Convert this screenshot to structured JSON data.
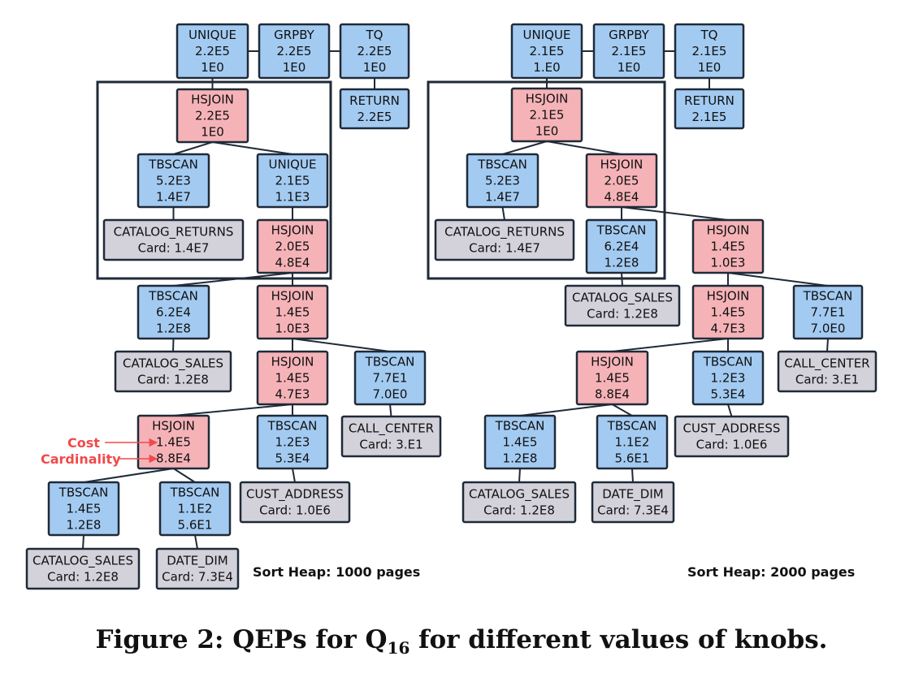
{
  "colors": {
    "op": "#a3cbf2",
    "join": "#f5b3b8",
    "table": "#d3d1da",
    "edge": "#1f2a38",
    "annotation": "#f04a4a"
  },
  "plans": [
    {
      "id": "left",
      "note": "Sort Heap: 1000 pages",
      "nodes": [
        {
          "id": "L1",
          "kind": "op",
          "lines": [
            "UNIQUE",
            "2.2E5",
            "1E0"
          ]
        },
        {
          "id": "L2",
          "kind": "op",
          "lines": [
            "GRPBY",
            "2.2E5",
            "1E0"
          ]
        },
        {
          "id": "L3",
          "kind": "op",
          "lines": [
            "TQ",
            "2.2E5",
            "1E0"
          ]
        },
        {
          "id": "L4",
          "kind": "op",
          "lines": [
            "RETURN",
            "2.2E5"
          ]
        },
        {
          "id": "L5",
          "kind": "join",
          "lines": [
            "HSJOIN",
            "2.2E5",
            "1E0"
          ]
        },
        {
          "id": "L6",
          "kind": "op",
          "lines": [
            "TBSCAN",
            "5.2E3",
            "1.4E7"
          ]
        },
        {
          "id": "L7",
          "kind": "op",
          "lines": [
            "UNIQUE",
            "2.1E5",
            "1.1E3"
          ]
        },
        {
          "id": "L8",
          "kind": "table",
          "lines": [
            "CATALOG_RETURNS",
            "Card: 1.4E7"
          ]
        },
        {
          "id": "L9",
          "kind": "join",
          "lines": [
            "HSJOIN",
            "2.0E5",
            "4.8E4"
          ]
        },
        {
          "id": "L10",
          "kind": "op",
          "lines": [
            "TBSCAN",
            "6.2E4",
            "1.2E8"
          ]
        },
        {
          "id": "L11",
          "kind": "join",
          "lines": [
            "HSJOIN",
            "1.4E5",
            "1.0E3"
          ]
        },
        {
          "id": "L12",
          "kind": "table",
          "lines": [
            "CATALOG_SALES",
            "Card: 1.2E8"
          ]
        },
        {
          "id": "L13",
          "kind": "join",
          "lines": [
            "HSJOIN",
            "1.4E5",
            "4.7E3"
          ]
        },
        {
          "id": "L14",
          "kind": "op",
          "lines": [
            "TBSCAN",
            "7.7E1",
            "7.0E0"
          ]
        },
        {
          "id": "L15",
          "kind": "join",
          "lines": [
            "HSJOIN",
            "1.4E5",
            "8.8E4"
          ]
        },
        {
          "id": "L16",
          "kind": "op",
          "lines": [
            "TBSCAN",
            "1.2E3",
            "5.3E4"
          ]
        },
        {
          "id": "L17",
          "kind": "table",
          "lines": [
            "CALL_CENTER",
            "Card: 3.E1"
          ]
        },
        {
          "id": "L18",
          "kind": "op",
          "lines": [
            "TBSCAN",
            "1.4E5",
            "1.2E8"
          ]
        },
        {
          "id": "L19",
          "kind": "op",
          "lines": [
            "TBSCAN",
            "1.1E2",
            "5.6E1"
          ]
        },
        {
          "id": "L20",
          "kind": "table",
          "lines": [
            "CUST_ADDRESS",
            "Card: 1.0E6"
          ]
        },
        {
          "id": "L21",
          "kind": "table",
          "lines": [
            "CATALOG_SALES",
            "Card: 1.2E8"
          ]
        },
        {
          "id": "L22",
          "kind": "table",
          "lines": [
            "DATE_DIM",
            "Card: 7.3E4"
          ]
        }
      ],
      "edges": [
        [
          "L1",
          "L2"
        ],
        [
          "L2",
          "L3"
        ],
        [
          "L3",
          "L4"
        ],
        [
          "L1",
          "L5"
        ],
        [
          "L5",
          "L6"
        ],
        [
          "L5",
          "L7"
        ],
        [
          "L6",
          "L8"
        ],
        [
          "L7",
          "L9"
        ],
        [
          "L9",
          "L10"
        ],
        [
          "L9",
          "L11"
        ],
        [
          "L10",
          "L12"
        ],
        [
          "L11",
          "L13"
        ],
        [
          "L11",
          "L14"
        ],
        [
          "L13",
          "L15"
        ],
        [
          "L13",
          "L16"
        ],
        [
          "L14",
          "L17"
        ],
        [
          "L15",
          "L18"
        ],
        [
          "L15",
          "L19"
        ],
        [
          "L16",
          "L20"
        ],
        [
          "L18",
          "L21"
        ],
        [
          "L19",
          "L22"
        ]
      ]
    },
    {
      "id": "right",
      "note": "Sort Heap: 2000 pages",
      "nodes": [
        {
          "id": "R1",
          "kind": "op",
          "lines": [
            "UNIQUE",
            "2.1E5",
            "1.E0"
          ]
        },
        {
          "id": "R2",
          "kind": "op",
          "lines": [
            "GRPBY",
            "2.1E5",
            "1E0"
          ]
        },
        {
          "id": "R3",
          "kind": "op",
          "lines": [
            "TQ",
            "2.1E5",
            "1E0"
          ]
        },
        {
          "id": "R4",
          "kind": "op",
          "lines": [
            "RETURN",
            "2.1E5"
          ]
        },
        {
          "id": "R5",
          "kind": "join",
          "lines": [
            "HSJOIN",
            "2.1E5",
            "1E0"
          ]
        },
        {
          "id": "R6",
          "kind": "op",
          "lines": [
            "TBSCAN",
            "5.2E3",
            "1.4E7"
          ]
        },
        {
          "id": "R7",
          "kind": "join",
          "lines": [
            "HSJOIN",
            "2.0E5",
            "4.8E4"
          ]
        },
        {
          "id": "R8",
          "kind": "table",
          "lines": [
            "CATALOG_RETURNS",
            "Card: 1.4E7"
          ]
        },
        {
          "id": "R9",
          "kind": "op",
          "lines": [
            "TBSCAN",
            "6.2E4",
            "1.2E8"
          ]
        },
        {
          "id": "R10",
          "kind": "join",
          "lines": [
            "HSJOIN",
            "1.4E5",
            "1.0E3"
          ]
        },
        {
          "id": "R11",
          "kind": "table",
          "lines": [
            "CATALOG_SALES",
            "Card: 1.2E8"
          ]
        },
        {
          "id": "R12",
          "kind": "join",
          "lines": [
            "HSJOIN",
            "1.4E5",
            "4.7E3"
          ]
        },
        {
          "id": "R13",
          "kind": "op",
          "lines": [
            "TBSCAN",
            "7.7E1",
            "7.0E0"
          ]
        },
        {
          "id": "R14",
          "kind": "join",
          "lines": [
            "HSJOIN",
            "1.4E5",
            "8.8E4"
          ]
        },
        {
          "id": "R15",
          "kind": "op",
          "lines": [
            "TBSCAN",
            "1.2E3",
            "5.3E4"
          ]
        },
        {
          "id": "R16",
          "kind": "table",
          "lines": [
            "CALL_CENTER",
            "Card: 3.E1"
          ]
        },
        {
          "id": "R17",
          "kind": "op",
          "lines": [
            "TBSCAN",
            "1.4E5",
            "1.2E8"
          ]
        },
        {
          "id": "R18",
          "kind": "op",
          "lines": [
            "TBSCAN",
            "1.1E2",
            "5.6E1"
          ]
        },
        {
          "id": "R19",
          "kind": "table",
          "lines": [
            "CUST_ADDRESS",
            "Card: 1.0E6"
          ]
        },
        {
          "id": "R20",
          "kind": "table",
          "lines": [
            "CATALOG_SALES",
            "Card: 1.2E8"
          ]
        },
        {
          "id": "R21",
          "kind": "table",
          "lines": [
            "DATE_DIM",
            "Card: 7.3E4"
          ]
        }
      ],
      "edges": [
        [
          "R1",
          "R2"
        ],
        [
          "R2",
          "R3"
        ],
        [
          "R3",
          "R4"
        ],
        [
          "R1",
          "R5"
        ],
        [
          "R5",
          "R6"
        ],
        [
          "R5",
          "R7"
        ],
        [
          "R6",
          "R8"
        ],
        [
          "R7",
          "R9"
        ],
        [
          "R7",
          "R10"
        ],
        [
          "R9",
          "R11"
        ],
        [
          "R10",
          "R12"
        ],
        [
          "R10",
          "R13"
        ],
        [
          "R12",
          "R14"
        ],
        [
          "R12",
          "R15"
        ],
        [
          "R13",
          "R16"
        ],
        [
          "R14",
          "R17"
        ],
        [
          "R14",
          "R18"
        ],
        [
          "R15",
          "R19"
        ],
        [
          "R17",
          "R20"
        ],
        [
          "R18",
          "R21"
        ]
      ]
    }
  ],
  "annotations": {
    "cost": "Cost",
    "cardinality": "Cardinality"
  },
  "caption": {
    "prefix": "Figure 2: QEPs for Q",
    "subscript": "16",
    "suffix": " for different values of knobs."
  }
}
